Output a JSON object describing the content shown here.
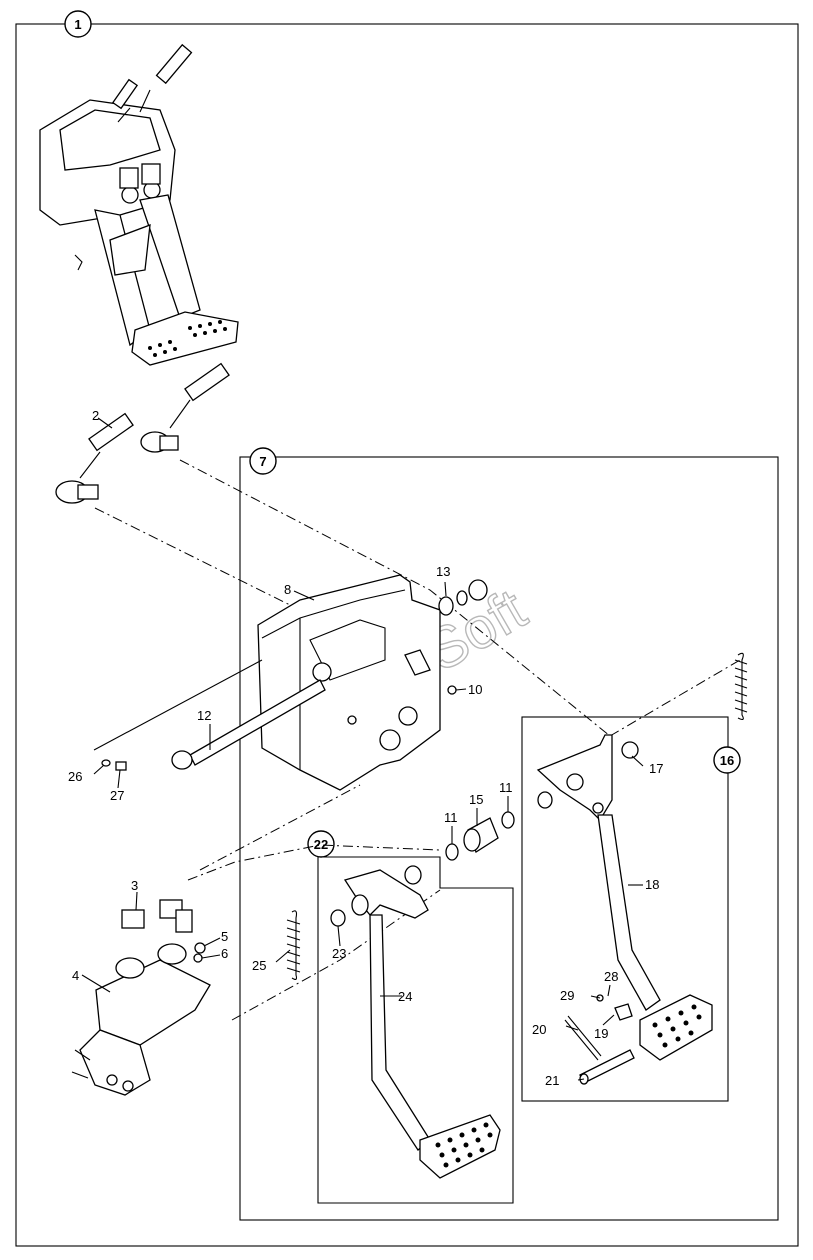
{
  "watermark": "MoSoft",
  "callouts": {
    "c1": "1",
    "c7": "7",
    "c16": "16",
    "c22": "22"
  },
  "labels": {
    "p2": "2",
    "p3": "3",
    "p4": "4",
    "p5": "5",
    "p6": "6",
    "p8": "8",
    "p10": "10",
    "p11a": "11",
    "p11b": "11",
    "p12": "12",
    "p13": "13",
    "p15": "15",
    "p17": "17",
    "p18": "18",
    "p19": "19",
    "p20": "20",
    "p21": "21",
    "p23": "23",
    "p24": "24",
    "p25": "25",
    "p26": "26",
    "p27": "27",
    "p28": "28",
    "p29": "29"
  }
}
